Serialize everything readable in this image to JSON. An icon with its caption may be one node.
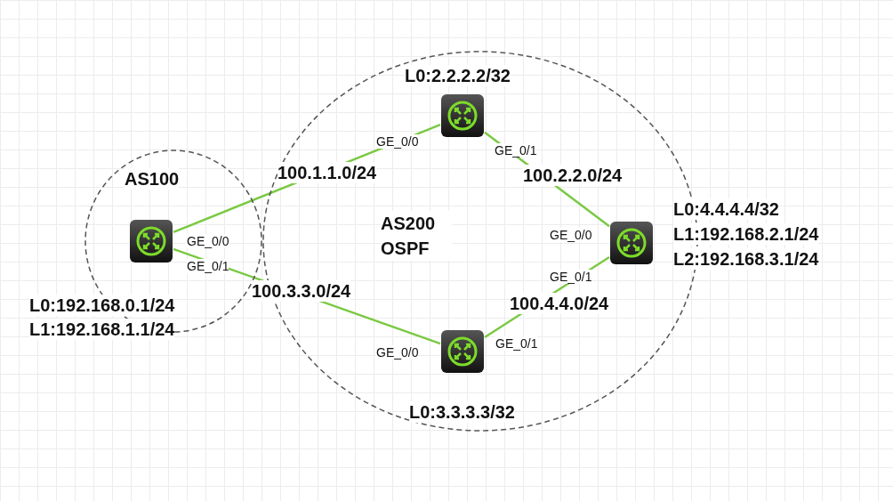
{
  "diagram": {
    "nodes": [
      {
        "text": [
          "AS100"
        ]
      },
      {
        "text": [
          "AS200 OSPF"
        ]
      },
      {
        "text": [],
        "shape": "router",
        "in": 0,
        "beside": [
          "L0:192.168.0.1/24",
          "L1:192.168.1.1/24",
          "GE_0/0",
          "GE_0/1"
        ]
      },
      {
        "text": [],
        "shape": "router",
        "in": 1,
        "beside": [
          "L0:2.2.2.2/32",
          "GE_0/0",
          "GE_0/1"
        ]
      },
      {
        "text": [],
        "shape": "router",
        "in": 1,
        "beside": [
          "L0:3.3.3.3/32",
          "GE_0/0",
          "GE_0/1"
        ]
      },
      {
        "text": [],
        "shape": "router",
        "in": 1,
        "beside": [
          "L0:4.4.4.4/32",
          "L1:192.168.2.1/24",
          "L2:192.168.3.1/24",
          "GE_0/0",
          "GE_0/1"
        ]
      }
    ],
    "edges": [
      {
        "from": 2,
        "to": 3,
        "arrow": "none",
        "label": "100.1.1.0/24"
      },
      {
        "from": 3,
        "to": 5,
        "arrow": "none",
        "label": "100.2.2.0/24"
      },
      {
        "from": 2,
        "to": 4,
        "arrow": "none",
        "label": "100.3.3.0/24"
      },
      {
        "from": 4,
        "to": 5,
        "arrow": "none",
        "label": "100.4.4.0/24"
      }
    ]
  }
}
